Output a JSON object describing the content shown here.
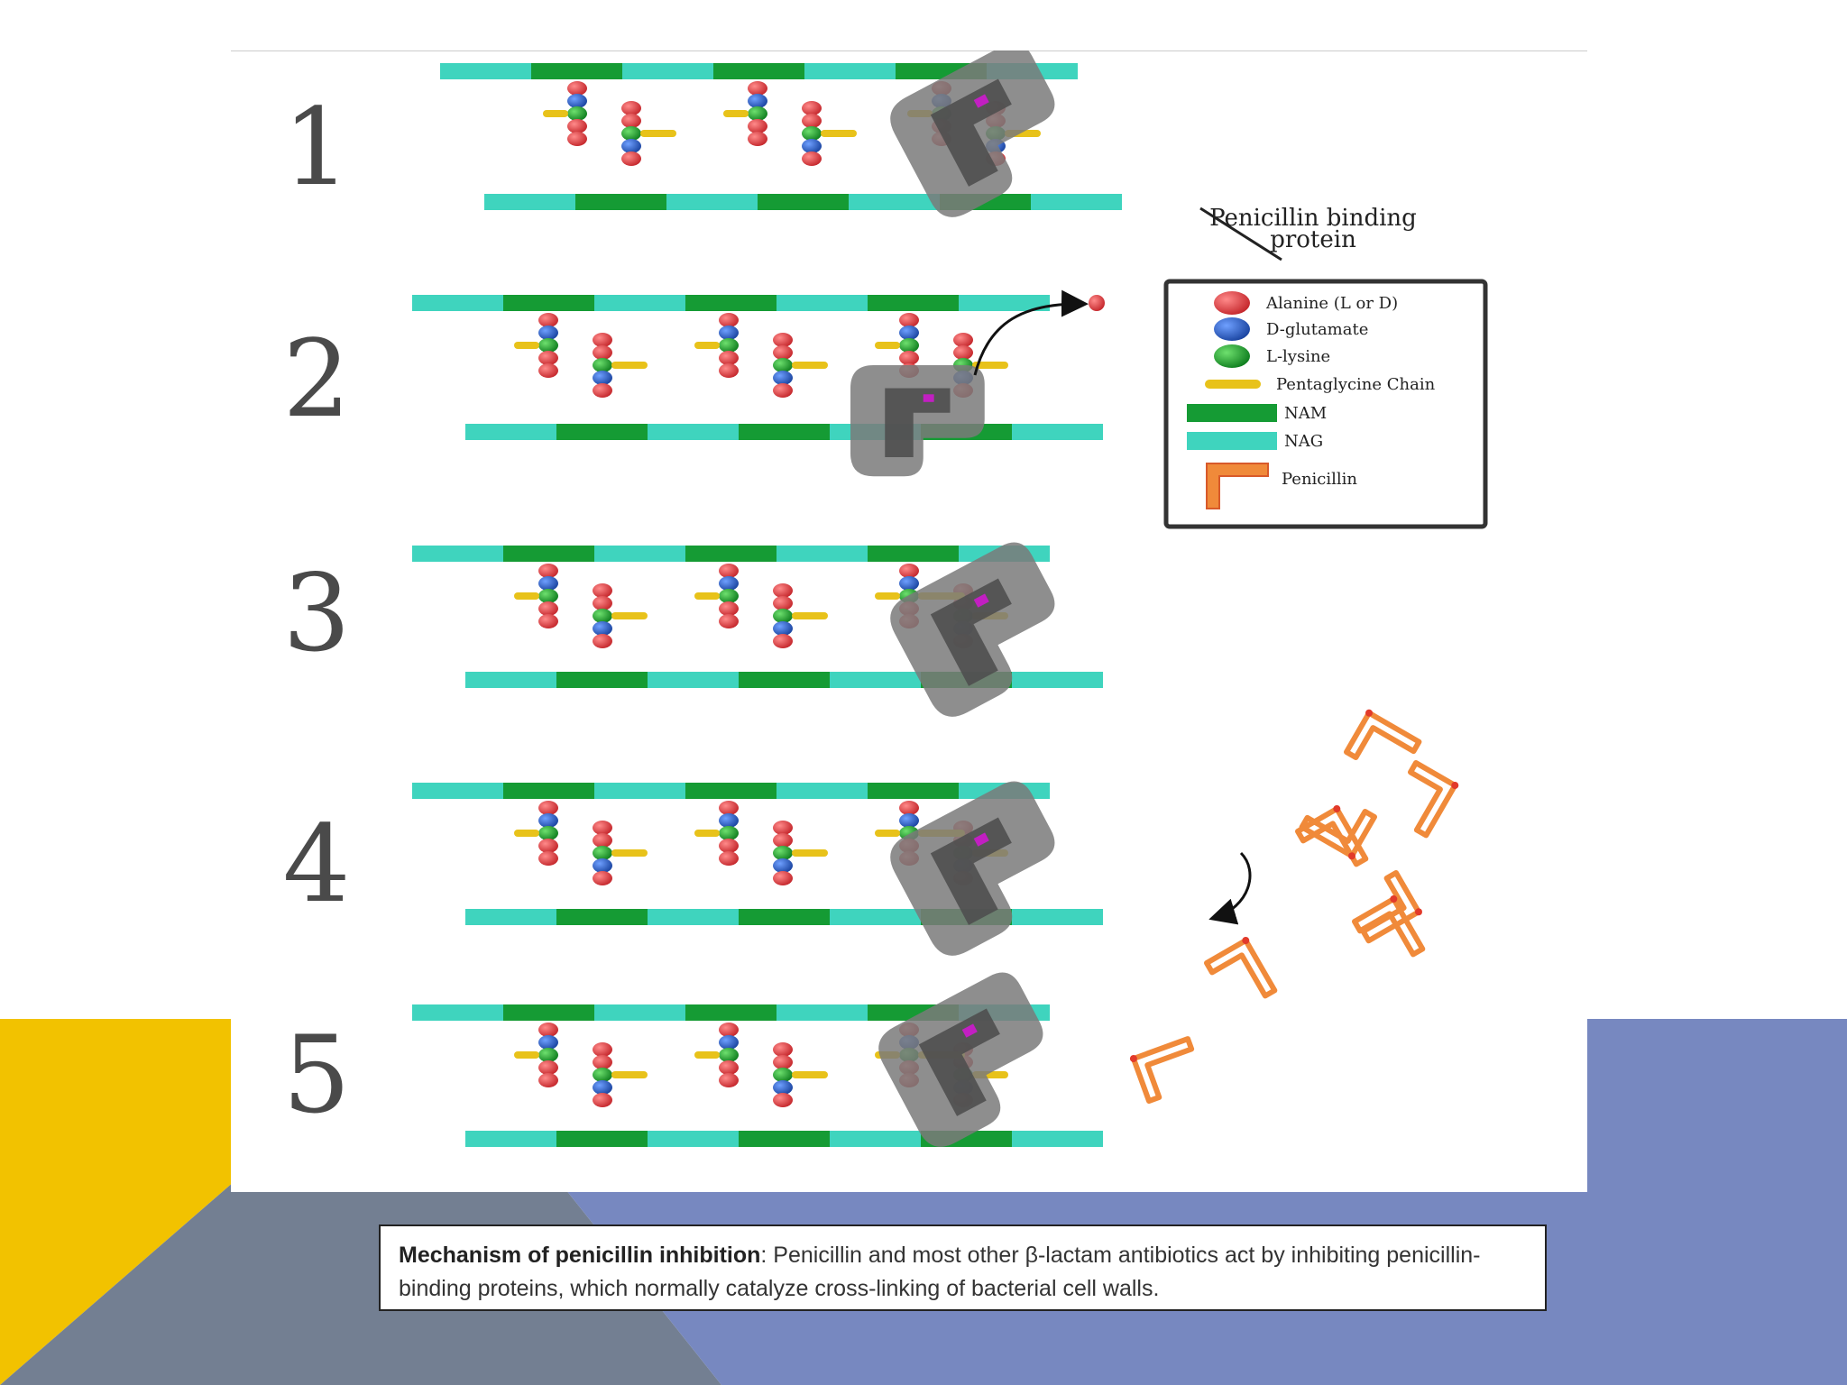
{
  "colors": {
    "yellow": "#f2c200",
    "slate": "#737f92",
    "periwinkle": "#7788c0",
    "alanine": "#d93a3f",
    "glutamate": "#2457b8",
    "lysine": "#1a9a2a",
    "pentaglycine": "#e8c21a",
    "nam": "#159b34",
    "nag": "#3fd4be",
    "penicillin": "#f08a3a",
    "pbp": "#7a7a7a"
  },
  "steps": [
    "1",
    "2",
    "3",
    "4",
    "5"
  ],
  "pbp_label": {
    "line1": "Penicillin binding",
    "line2": "protein"
  },
  "legend": {
    "items": [
      {
        "label": "Alanine (L or D)",
        "icon": "alanine-ball"
      },
      {
        "label": "D-glutamate",
        "icon": "glutamate-ball"
      },
      {
        "label": "L-lysine",
        "icon": "lysine-ball"
      },
      {
        "label": "Pentaglycine Chain",
        "icon": "pentaglycine-bar"
      },
      {
        "label": "NAM",
        "icon": "nam-bar"
      },
      {
        "label": "NAG",
        "icon": "nag-bar"
      },
      {
        "label": "Penicillin",
        "icon": "penicillin-shape"
      }
    ]
  },
  "caption": {
    "title": "Mechanism of penicillin inhibition",
    "text": ": Penicillin and most other β-lactam antibiotics act by inhibiting penicillin-binding proteins, which normally catalyze cross-linking of bacterial cell walls."
  }
}
